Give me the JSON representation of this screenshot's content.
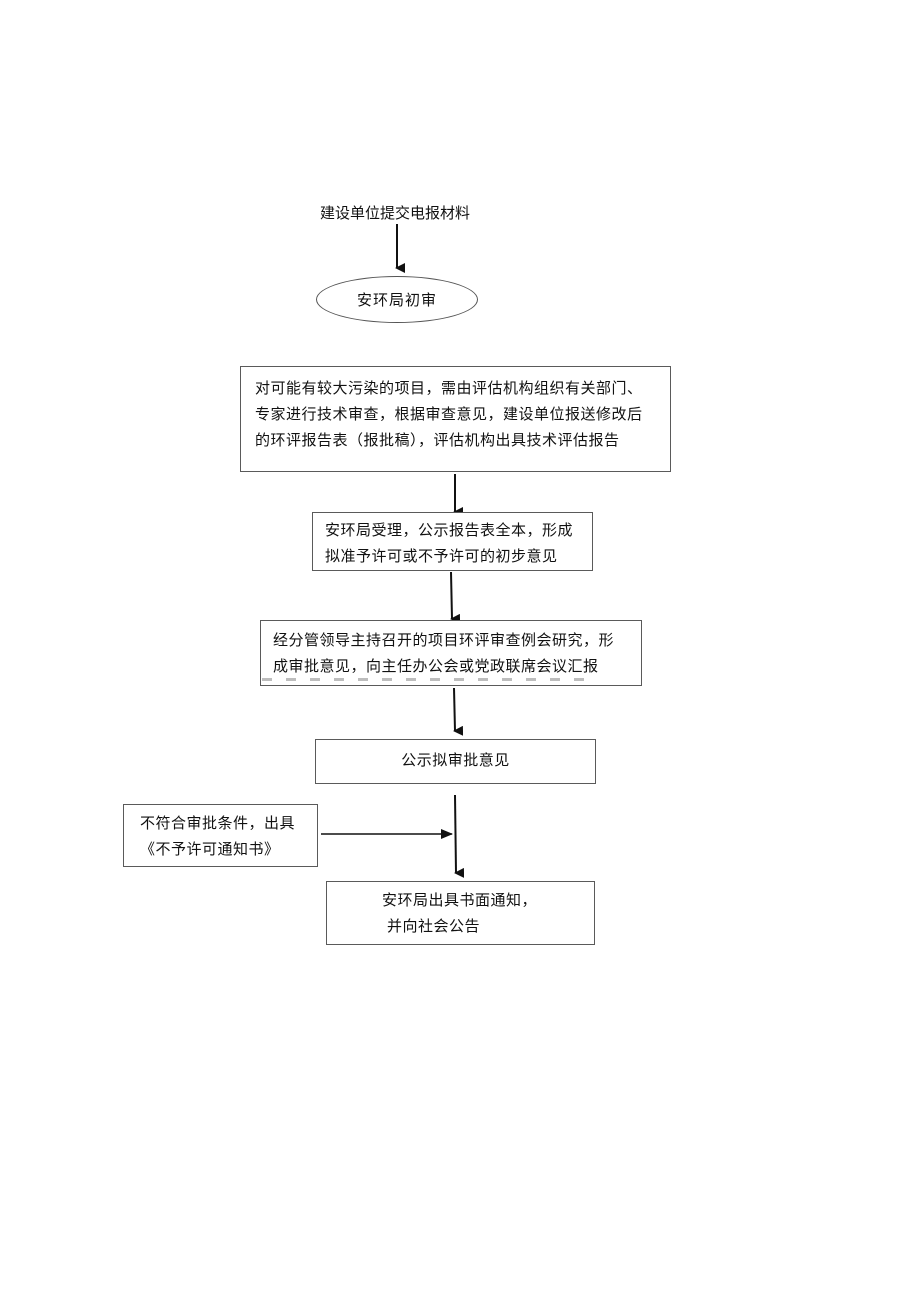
{
  "diagram": {
    "start_label": "建设单位提交电报材料",
    "step1": "安环局初审",
    "step2": [
      "对可能有较大污染的项目，需由评估机构组织有关部门、",
      "专家进行技术审查，根据审查意见，建设单位报送修改后",
      "的环评报告表（报批稿），评估机构出具技术评估报告"
    ],
    "step3": [
      "安环局受理，公示报告表全本，形成",
      "拟准予许可或不予许可的初步意见"
    ],
    "step4": [
      "经分管领导主持召开的项目环评审查例会研究，形",
      "成审批意见，向主任办公会或党政联席会议汇报"
    ],
    "step5": "公示拟审批意见",
    "reject_branch": [
      "不符合审批条件，出具",
      "《不予许可通知书》"
    ],
    "final": [
      "安环局出具书面通知，",
      "并向社会公告"
    ]
  }
}
